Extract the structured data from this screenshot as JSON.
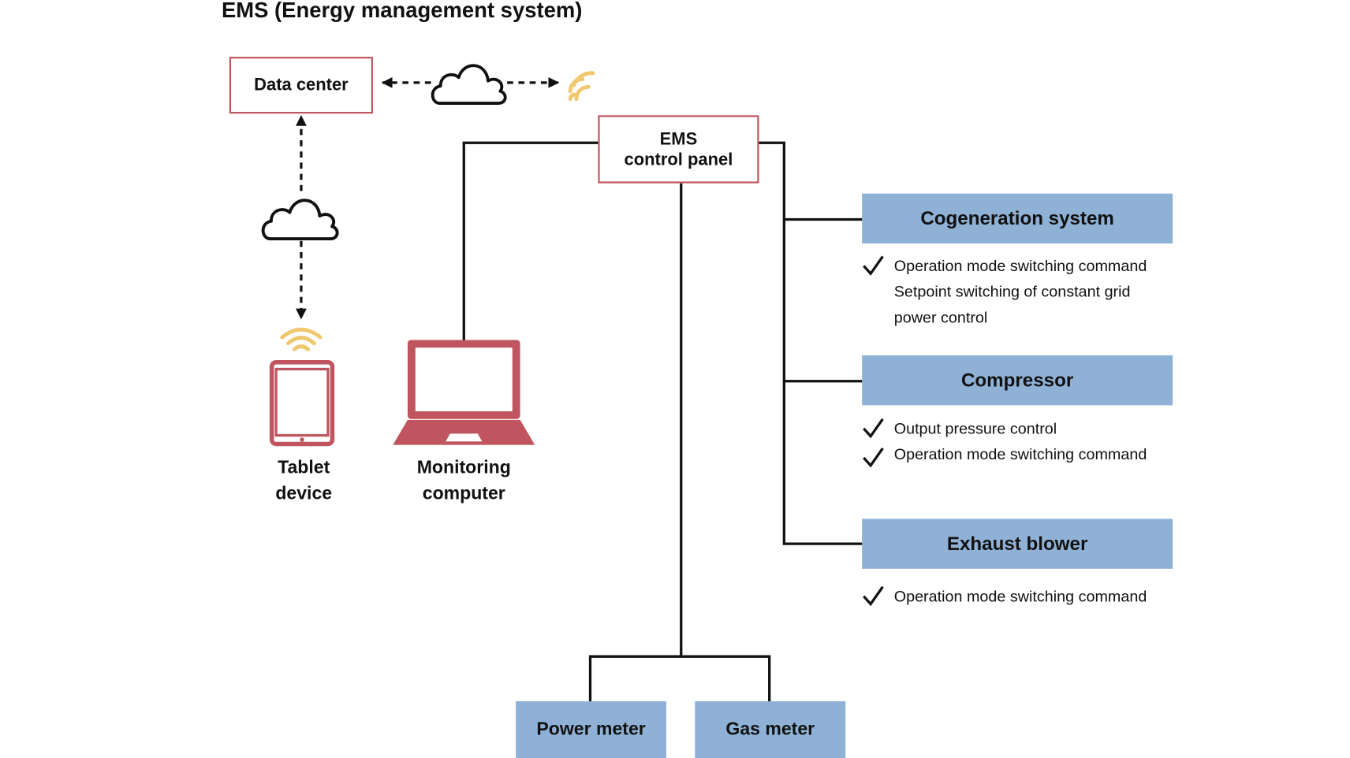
{
  "title": "EMS (Energy management system)",
  "nodes": {
    "data_center": "Data center",
    "ems_panel_line1": "EMS",
    "ems_panel_line2": "control panel",
    "tablet_line1": "Tablet",
    "tablet_line2": "device",
    "monitor_line1": "Monitoring",
    "monitor_line2": "computer"
  },
  "equipment": [
    {
      "name": "Cogeneration system",
      "lines": [
        {
          "check": true,
          "text": "Operation mode switching command"
        },
        {
          "check": false,
          "text": "Setpoint switching of constant grid"
        },
        {
          "check": false,
          "text": "power control"
        }
      ]
    },
    {
      "name": "Compressor",
      "lines": [
        {
          "check": true,
          "text": "Output pressure control"
        },
        {
          "check": true,
          "text": "Operation mode switching command"
        }
      ]
    },
    {
      "name": "Exhaust blower",
      "lines": [
        {
          "check": true,
          "text": "Operation mode switching command"
        }
      ]
    }
  ],
  "meters": [
    "Power meter",
    "Gas meter"
  ],
  "icons": [
    "cloud-icon",
    "wifi-icon",
    "tablet-icon",
    "laptop-icon",
    "checkmark-icon",
    "arrow-icon"
  ],
  "colors": {
    "accent_red": "#c0555f",
    "box_blue": "#8fb1d6",
    "wifi_yellow": "#f0c870",
    "line": "#111111"
  }
}
